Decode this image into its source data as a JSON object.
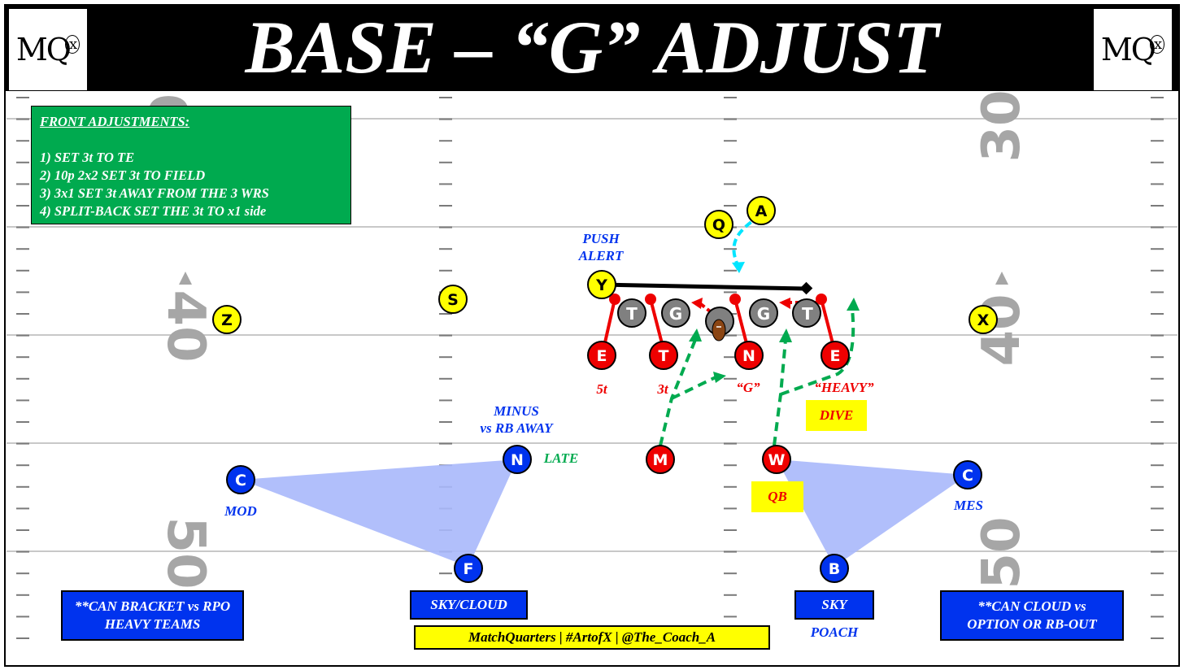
{
  "title": "BASE – “G” ADJUST",
  "logo_text": "MQ",
  "logo_mark": "x",
  "colors": {
    "offense": "#ffff00",
    "defense_front": "#ee0000",
    "defense_back": "#0033ee",
    "lineman": "#808080",
    "coverage_fill": "#a9b8fb",
    "route": "#00aa4f",
    "motion": "#00e5ff"
  },
  "yard_numbers": [
    "30",
    "40",
    "50"
  ],
  "front_adjustments": {
    "title": "FRONT ADJUSTMENTS:",
    "items": [
      "1)  SET 3t TO TE",
      "2)  10p 2x2 SET 3t TO FIELD",
      "3)  3x1 SET 3t AWAY FROM THE 3 WRS",
      "4)  SPLIT-BACK SET THE 3t TO x1 side"
    ]
  },
  "offense": {
    "A": "A",
    "Q": "Q",
    "Y": "Y",
    "Z": "Z",
    "X": "X",
    "line": [
      "T",
      "G",
      "G",
      "T"
    ]
  },
  "defense": {
    "S": "S",
    "E_left": "E",
    "T": "T",
    "N_line": "N",
    "E_right": "E",
    "M": "M",
    "W": "W",
    "N_back": "N",
    "C_left": "C",
    "C_right": "C",
    "F": "F",
    "B": "B"
  },
  "labels": {
    "push_alert_1": "PUSH",
    "push_alert_2": "ALERT",
    "five_t": "5t",
    "three_t": "3t",
    "g": "“G”",
    "heavy": "“HEAVY”",
    "minus_1": "MINUS",
    "minus_2": "vs RB AWAY",
    "late": "LATE",
    "mod": "MOD",
    "mes": "MES",
    "poach": "POACH"
  },
  "yellow_boxes": {
    "dive": "DIVE",
    "qb": "QB"
  },
  "blue_boxes": {
    "bracket": "**CAN BRACKET vs RPO HEAVY TEAMS",
    "sky_cloud": "SKY/CLOUD",
    "sky": "SKY",
    "cloud_option": "**CAN CLOUD vs OPTION OR RB-OUT"
  },
  "credit": "MatchQuarters | #ArtofX | @The_Coach_A"
}
